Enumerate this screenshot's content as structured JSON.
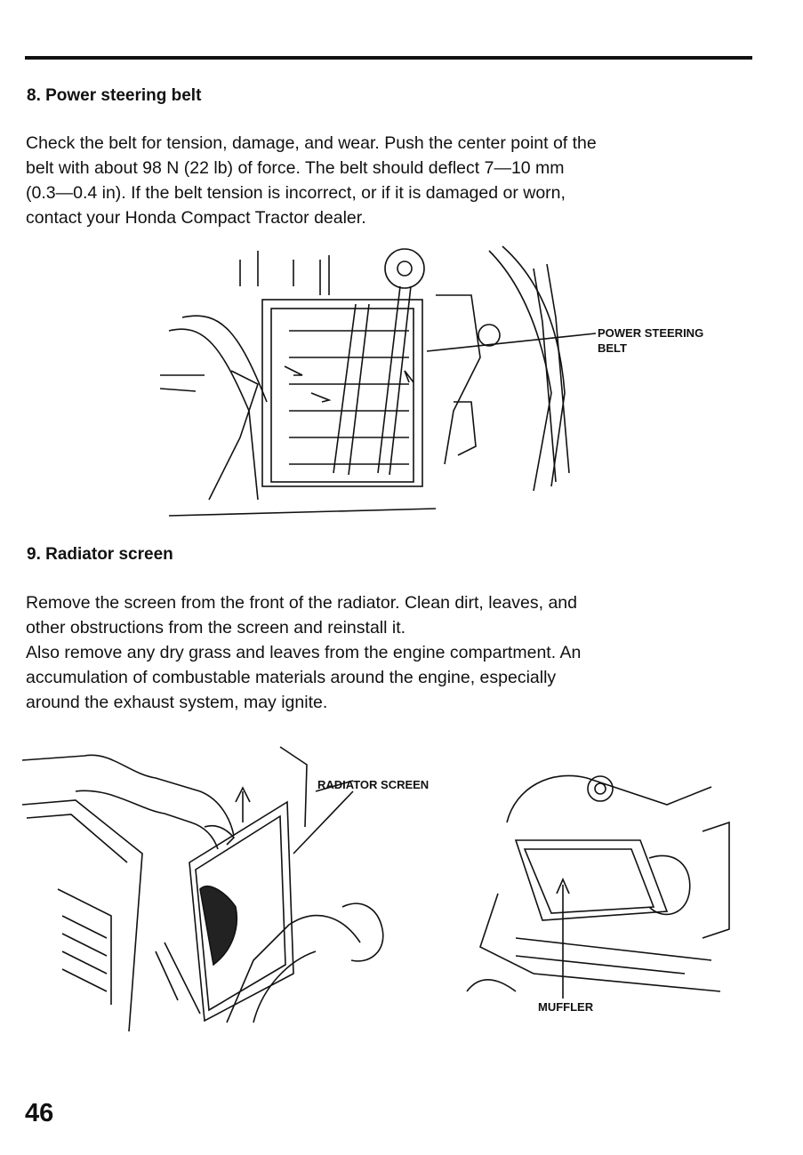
{
  "sections": [
    {
      "heading": "8. Power steering belt",
      "lines": [
        "Check the belt for tension, damage, and wear. Push the center point of the",
        "belt with about 98 N (22 lb) of force. The belt should deflect 7—10 mm",
        "(0.3—0.4 in). If the belt tension is incorrect, or if it is damaged or worn,",
        "contact your Honda Compact Tractor dealer."
      ]
    },
    {
      "heading": "9. Radiator screen",
      "lines": [
        "Remove the screen from the front of the radiator. Clean dirt, leaves, and",
        "other obstructions from the screen and reinstall it.",
        "Also remove any dry grass and leaves from the engine compartment. An",
        "accumulation of combustable materials around the engine, especially",
        "around the exhaust system, may ignite."
      ]
    }
  ],
  "figures": {
    "belt": {
      "label_line1": "POWER STEERING",
      "label_line2": "BELT"
    },
    "radiator": {
      "label": "RADIATOR SCREEN"
    },
    "muffler": {
      "label": "MUFFLER"
    }
  },
  "page_number": "46"
}
